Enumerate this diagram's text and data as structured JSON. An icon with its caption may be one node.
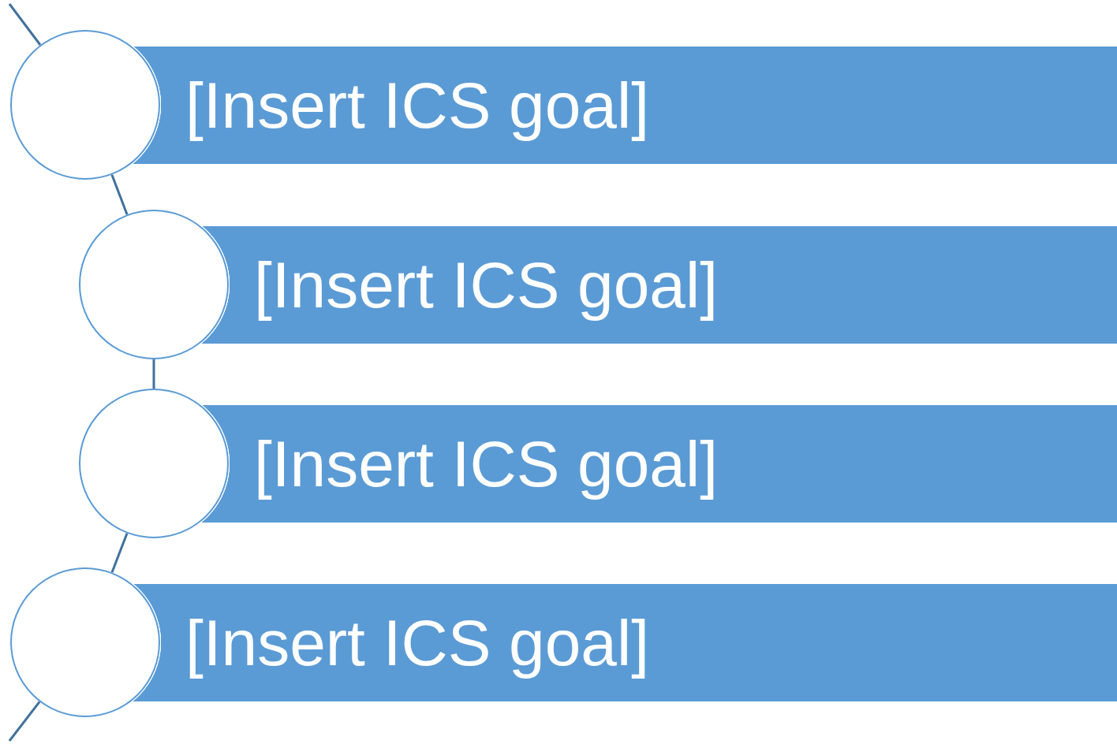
{
  "diagram": {
    "nodes": [
      {
        "text": [],
        "shape": "circle"
      },
      {
        "text": [
          "[Insert ICS goal]"
        ]
      },
      {
        "text": [],
        "shape": "circle"
      },
      {
        "text": [
          "[Insert ICS goal]"
        ]
      },
      {
        "text": [],
        "shape": "circle"
      },
      {
        "text": [
          "[Insert ICS goal]"
        ]
      },
      {
        "text": [],
        "shape": "circle"
      },
      {
        "text": [
          "[Insert ICS goal]"
        ]
      }
    ],
    "edges": [
      {
        "from": null,
        "to": 0,
        "arrow": "none"
      },
      {
        "from": 0,
        "to": 2,
        "arrow": "none"
      },
      {
        "from": 2,
        "to": 4,
        "arrow": "none"
      },
      {
        "from": 4,
        "to": 6,
        "arrow": "none"
      },
      {
        "from": 6,
        "to": null,
        "arrow": "none"
      }
    ]
  }
}
